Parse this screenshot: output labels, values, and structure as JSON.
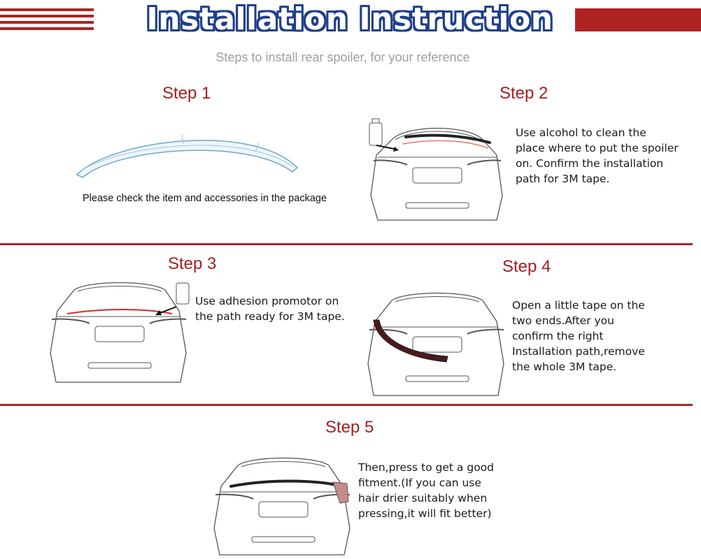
{
  "header": {
    "title": "Installation Instruction",
    "subtitle": "Steps to install rear spoiler, for your reference"
  },
  "colors": {
    "accent_red": "#b02325",
    "title_outline": "#1e3f8a",
    "step_title": "#a51f22",
    "subtitle": "#9aa0a6",
    "divider": "#a3272b"
  },
  "steps": [
    {
      "title": "Step 1",
      "desc": "Please check  the item and accessories in the package"
    },
    {
      "title": "Step 2",
      "lines": [
        "Use alcohol to clean the",
        "place where to put the spoiler",
        "on. Confirm the installation",
        "path for 3M tape."
      ]
    },
    {
      "title": "Step 3",
      "lines": [
        "Use adhesion promotor on",
        "the path ready for 3M tape."
      ]
    },
    {
      "title": "Step 4",
      "lines": [
        "Open a little tape on the",
        "two ends.After you",
        "confirm the right",
        "Installation path,remove",
        "the whole 3M tape."
      ]
    },
    {
      "title": "Step 5",
      "lines": [
        "Then,press to get a good",
        "fitment.(If you can use",
        "hair drier suitably when",
        "pressing,it will fit better)"
      ]
    }
  ]
}
